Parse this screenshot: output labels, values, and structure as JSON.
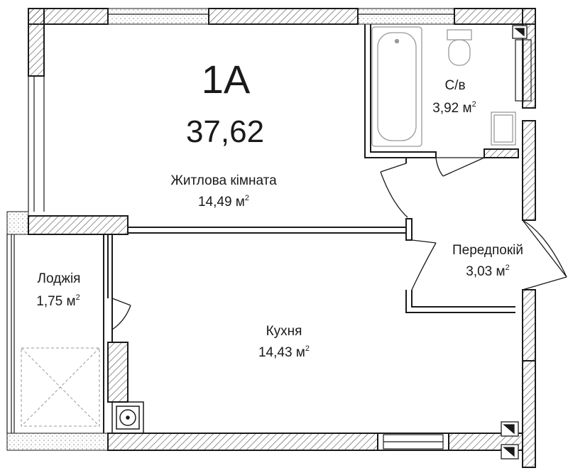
{
  "apartment": {
    "type": "1А",
    "total_area": "37,62"
  },
  "rooms": {
    "living": {
      "name": "Житлова кімната",
      "area": "14,49 м"
    },
    "bathroom": {
      "name": "С/в",
      "area": "3,92 м"
    },
    "hallway": {
      "name": "Передпокій",
      "area": "3,03 м"
    },
    "loggia": {
      "name": "Лоджія",
      "area": "1,75 м"
    },
    "kitchen": {
      "name": "Кухня",
      "area": "14,43 м"
    }
  },
  "area_unit_exponent": "2",
  "colors": {
    "wall": "#1a1a1a",
    "hatch": "#5a5a5a",
    "fixture": "#999999",
    "background": "#ffffff"
  }
}
